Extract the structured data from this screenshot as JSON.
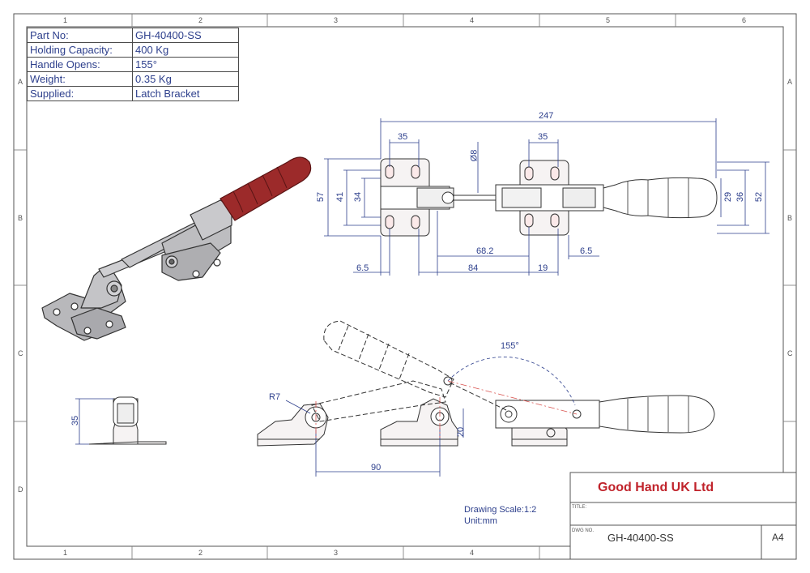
{
  "spec_table": [
    {
      "label": "Part No:",
      "value": "GH-40400-SS"
    },
    {
      "label": "Holding Capacity:",
      "value": "400 Kg"
    },
    {
      "label": "Handle Opens:",
      "value": "155°"
    },
    {
      "label": "Weight:",
      "value": "0.35 Kg"
    },
    {
      "label": "Supplied:",
      "value": "Latch Bracket"
    }
  ],
  "zones": {
    "columns": [
      "1",
      "2",
      "3",
      "4",
      "5",
      "6"
    ],
    "rows": [
      "A",
      "B",
      "C",
      "D"
    ]
  },
  "dimensions": {
    "top_view": {
      "overall_length": "247",
      "left_slot_pitch": "35",
      "right_slot_pitch": "35",
      "hole_dia": "Ø8",
      "left_height_outer": "57",
      "left_height_mid": "41",
      "left_height_inner": "34",
      "right_height_inner": "29",
      "right_height_mid": "36",
      "right_height_outer": "52",
      "center_span": "68.2",
      "bottom_left": "6.5",
      "bottom_center": "84",
      "bottom_right": "19",
      "bottom_right_gap": "6.5"
    },
    "side_view": {
      "opening_angle": "155°",
      "hook_radius": "R7",
      "pivot_height": "20",
      "latch_distance": "90"
    },
    "end_view": {
      "height": "35"
    }
  },
  "notes": {
    "scale": "Drawing Scale:1:2",
    "unit": "Unit:mm"
  },
  "title_block": {
    "company": "Good Hand UK Ltd",
    "title_label": "TITLE:",
    "dwg_label": "DWG NO.",
    "dwg_no": "GH-40400-SS",
    "size": "A4"
  },
  "colors": {
    "line": "#2d3f8c",
    "outline": "#333333",
    "handle_grip": "#9c2a2a",
    "company_text": "#c0232b",
    "center_line": "#d9534f"
  }
}
